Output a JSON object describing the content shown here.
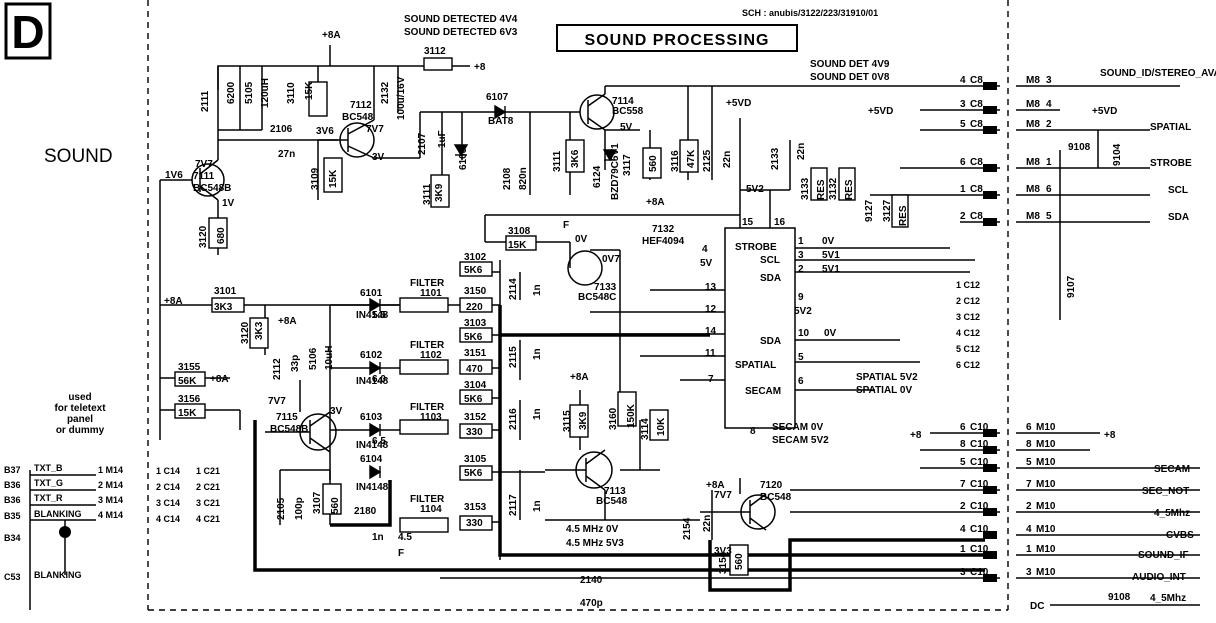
{
  "header": {
    "section_letter": "D",
    "schematic_ref": "SCH : anubis/3122/223/31910/01",
    "title": "SOUND PROCESSING",
    "sound_detected_1": "SOUND DETECTED 4V4",
    "sound_detected_2": "SOUND DETECTED 6V3",
    "sound_det_1": "SOUND DET 4V9",
    "sound_det_2": "SOUND DET 0V8"
  },
  "left_panel": {
    "section_name": "SOUND",
    "note_line1": "used",
    "note_line2": "for teletext",
    "note_line3": "panel",
    "note_line4": "or dummy"
  },
  "components": [
    {
      "id": "c3112",
      "label": "3112"
    },
    {
      "id": "c8a_top",
      "label": "+8A"
    },
    {
      "id": "c8_top",
      "label": "+8"
    },
    {
      "id": "c2111",
      "label": "2111"
    },
    {
      "id": "c6200",
      "label": "6200"
    },
    {
      "id": "c5105",
      "label": "5105"
    },
    {
      "id": "c120uh",
      "label": "120uH"
    },
    {
      "id": "c3110",
      "label": "3110"
    },
    {
      "id": "c15k_a",
      "label": "15K"
    },
    {
      "id": "c7112",
      "label": "7112"
    },
    {
      "id": "cbc548_a",
      "label": "BC548"
    },
    {
      "id": "c2132",
      "label": "2132"
    },
    {
      "id": "c100u",
      "label": "100u/16V"
    },
    {
      "id": "c2106",
      "label": "2106"
    },
    {
      "id": "c27n",
      "label": "27n"
    },
    {
      "id": "c3v6",
      "label": "3V6"
    },
    {
      "id": "c7v7_a",
      "label": "7V7"
    },
    {
      "id": "c3v_a",
      "label": "3V"
    },
    {
      "id": "c3109",
      "label": "3109"
    },
    {
      "id": "c15k_b",
      "label": "15K"
    },
    {
      "id": "c2107",
      "label": "2107"
    },
    {
      "id": "c1uf",
      "label": "1uF"
    },
    {
      "id": "c6107",
      "label": "6107"
    },
    {
      "id": "cbat8",
      "label": "BAT8"
    },
    {
      "id": "c6106",
      "label": "6106"
    },
    {
      "id": "c3111",
      "label": "3111"
    },
    {
      "id": "c3k9",
      "label": "3K9"
    },
    {
      "id": "c7114",
      "label": "7114"
    },
    {
      "id": "cbc558",
      "label": "BC558"
    },
    {
      "id": "c5v_a",
      "label": "5V"
    },
    {
      "id": "c2108",
      "label": "2108"
    },
    {
      "id": "c820n",
      "label": "820n"
    },
    {
      "id": "c3111b",
      "label": "3111"
    },
    {
      "id": "c3k6",
      "label": "3K6"
    },
    {
      "id": "c6124",
      "label": "6124"
    },
    {
      "id": "cbzd",
      "label": "BZD79C5V1"
    },
    {
      "id": "c3117",
      "label": "3117"
    },
    {
      "id": "c560_a",
      "label": "560"
    },
    {
      "id": "c8a_b",
      "label": "+8A"
    },
    {
      "id": "c3116",
      "label": "3116"
    },
    {
      "id": "c47k",
      "label": "47K"
    },
    {
      "id": "c2125",
      "label": "2125"
    },
    {
      "id": "c22n_a",
      "label": "22n"
    },
    {
      "id": "c5vd_a",
      "label": "+5VD"
    },
    {
      "id": "c2133",
      "label": "2133"
    },
    {
      "id": "c22n_b",
      "label": "22n"
    },
    {
      "id": "c3133",
      "label": "3133"
    },
    {
      "id": "cres_a",
      "label": "RES"
    },
    {
      "id": "c3132",
      "label": "3132"
    },
    {
      "id": "cres_b",
      "label": "RES"
    },
    {
      "id": "c9127",
      "label": "9127"
    },
    {
      "id": "c3127",
      "label": "3127"
    },
    {
      "id": "cres_c",
      "label": "RES"
    },
    {
      "id": "c7v7_b",
      "label": "7V7"
    },
    {
      "id": "c7111",
      "label": "7111"
    },
    {
      "id": "cbc548b",
      "label": "BC548B"
    },
    {
      "id": "c1v6",
      "label": "1V6"
    },
    {
      "id": "c1v",
      "label": "1V"
    },
    {
      "id": "c3120",
      "label": "3120"
    },
    {
      "id": "c680",
      "label": "680"
    },
    {
      "id": "c3108",
      "label": "3108"
    },
    {
      "id": "c15k_c",
      "label": "15K"
    },
    {
      "id": "cf_a",
      "label": "F"
    },
    {
      "id": "c0v_a",
      "label": "0V"
    },
    {
      "id": "c0v7",
      "label": "0V7"
    },
    {
      "id": "c7133",
      "label": "7133"
    },
    {
      "id": "cbc548c",
      "label": "BC548C"
    },
    {
      "id": "c7132",
      "label": "7132"
    },
    {
      "id": "chef",
      "label": "HEF4094"
    },
    {
      "id": "c5v2_a",
      "label": "5V2"
    },
    {
      "id": "c3102",
      "label": "3102"
    },
    {
      "id": "c5k6_a",
      "label": "5K6"
    },
    {
      "id": "c2114",
      "label": "2114"
    },
    {
      "id": "c1n_a",
      "label": "1n"
    },
    {
      "id": "c8a_c",
      "label": "+8A"
    },
    {
      "id": "c3101",
      "label": "3101"
    },
    {
      "id": "c3k3_a",
      "label": "3K3"
    },
    {
      "id": "c3120b",
      "label": "3120"
    },
    {
      "id": "c3k3_b",
      "label": "3K3"
    },
    {
      "id": "c6101",
      "label": "6101"
    },
    {
      "id": "cin_a",
      "label": "IN4148"
    },
    {
      "id": "cfilter_a",
      "label": "FILTER"
    },
    {
      "id": "c1101",
      "label": "1101"
    },
    {
      "id": "c55",
      "label": "5.5"
    },
    {
      "id": "c3150",
      "label": "3150"
    },
    {
      "id": "c220",
      "label": "220"
    },
    {
      "id": "c3103",
      "label": "3103"
    },
    {
      "id": "c5k6_b",
      "label": "5K6"
    },
    {
      "id": "c8a_d",
      "label": "+8A"
    },
    {
      "id": "c2112",
      "label": "2112"
    },
    {
      "id": "c33p",
      "label": "33p"
    },
    {
      "id": "c5106",
      "label": "5106"
    },
    {
      "id": "c10uh",
      "label": "10uH"
    },
    {
      "id": "c6102",
      "label": "6102"
    },
    {
      "id": "cin_b",
      "label": "IN4148"
    },
    {
      "id": "cfilter_b",
      "label": "FILTER"
    },
    {
      "id": "c1102",
      "label": "1102"
    },
    {
      "id": "c60",
      "label": "6.0"
    },
    {
      "id": "c3151",
      "label": "3151"
    },
    {
      "id": "c470",
      "label": "470"
    },
    {
      "id": "c2115",
      "label": "2115"
    },
    {
      "id": "c1n_b",
      "label": "1n"
    },
    {
      "id": "c3104",
      "label": "3104"
    },
    {
      "id": "c5k6_c",
      "label": "5K6"
    },
    {
      "id": "c3155",
      "label": "3155"
    },
    {
      "id": "c56k",
      "label": "56K"
    },
    {
      "id": "c8a_e",
      "label": "+8A"
    },
    {
      "id": "c3156",
      "label": "3156"
    },
    {
      "id": "c15k_d",
      "label": "15K"
    },
    {
      "id": "c7v7_c",
      "label": "7V7"
    },
    {
      "id": "c3v_b",
      "label": "3V"
    },
    {
      "id": "c7115",
      "label": "7115"
    },
    {
      "id": "cbc548b2",
      "label": "BC548B"
    },
    {
      "id": "c6103",
      "label": "6103"
    },
    {
      "id": "cin_c",
      "label": "IN4148"
    },
    {
      "id": "cfilter_c",
      "label": "FILTER"
    },
    {
      "id": "c1103",
      "label": "1103"
    },
    {
      "id": "c65",
      "label": "6.5"
    },
    {
      "id": "c3152",
      "label": "3152"
    },
    {
      "id": "c330_a",
      "label": "330"
    },
    {
      "id": "c2116",
      "label": "2116"
    },
    {
      "id": "c1n_c",
      "label": "1n"
    },
    {
      "id": "c8a_f",
      "label": "+8A"
    },
    {
      "id": "c3115",
      "label": "3115"
    },
    {
      "id": "c3k9_b",
      "label": "3K9"
    },
    {
      "id": "c3160",
      "label": "3160"
    },
    {
      "id": "c150k",
      "label": "150K"
    },
    {
      "id": "c3114",
      "label": "3114"
    },
    {
      "id": "c10k",
      "label": "10K"
    },
    {
      "id": "c6104",
      "label": "6104"
    },
    {
      "id": "cin_d",
      "label": "IN4148"
    },
    {
      "id": "c3105",
      "label": "3105"
    },
    {
      "id": "c5k6_d",
      "label": "5K6"
    },
    {
      "id": "cfilter_d",
      "label": "FILTER"
    },
    {
      "id": "c1104",
      "label": "1104"
    },
    {
      "id": "c45",
      "label": "4.5"
    },
    {
      "id": "c3153",
      "label": "3153"
    },
    {
      "id": "c330_b",
      "label": "330"
    },
    {
      "id": "c2117",
      "label": "2117"
    },
    {
      "id": "c1n_d",
      "label": "1n"
    },
    {
      "id": "c7113",
      "label": "7113"
    },
    {
      "id": "cbc548_b",
      "label": "BC548"
    },
    {
      "id": "c2105",
      "label": "2105"
    },
    {
      "id": "c100p",
      "label": "100p"
    },
    {
      "id": "c3107",
      "label": "3107"
    },
    {
      "id": "c560_b",
      "label": "560"
    },
    {
      "id": "c2180",
      "label": "2180"
    },
    {
      "id": "c1n_e",
      "label": "1n"
    },
    {
      "id": "cf_b",
      "label": "F"
    },
    {
      "id": "c8a_g",
      "label": "+8A"
    },
    {
      "id": "c7v7_d",
      "label": "7V7"
    },
    {
      "id": "c7120",
      "label": "7120"
    },
    {
      "id": "cbc548_c",
      "label": "BC548"
    },
    {
      "id": "c2154",
      "label": "2154"
    },
    {
      "id": "c22n_c",
      "label": "22n"
    },
    {
      "id": "c3v3",
      "label": "3V3"
    },
    {
      "id": "c3154",
      "label": "3154"
    },
    {
      "id": "c560_c",
      "label": "560"
    },
    {
      "id": "c2140",
      "label": "2140"
    },
    {
      "id": "c470p",
      "label": "470p"
    },
    {
      "id": "c9108_a",
      "label": "9108"
    },
    {
      "id": "c9104",
      "label": "9104"
    },
    {
      "id": "c9107",
      "label": "9107"
    },
    {
      "id": "c9108_b",
      "label": "9108"
    }
  ],
  "ic_pins": {
    "strobe": "STROBE",
    "scl": "SCL",
    "sda": "SDA",
    "sda2": "SDA",
    "spatial": "SPATIAL",
    "secam": "SECAM",
    "p15": "15",
    "p16": "16",
    "p4": "4",
    "p5v": "5V",
    "p1": "1",
    "p3": "3",
    "p2": "2",
    "p13": "13",
    "p9": "9",
    "p12": "12",
    "p14": "14",
    "p10": "10",
    "p11": "11",
    "p5": "5",
    "p7": "7",
    "p6": "6",
    "p8": "8",
    "v0v": "0V",
    "v5v1a": "5V1",
    "v5v1b": "5V1",
    "v5v2": "5V2",
    "v0v_b": "0V"
  },
  "annotations": {
    "spatial_5v2": "SPATIAL 5V2",
    "spatial_0v": "SPATIAL 0V",
    "secam_0v": "SECAM 0V",
    "secam_5v2": "SECAM 5V2",
    "mhz_0v": "4.5 MHz 0V",
    "mhz_5v3": "4.5 MHz 5V3"
  },
  "connectors_c": [
    {
      "pin": "4",
      "ref": "C8"
    },
    {
      "pin": "3",
      "ref": "C8"
    },
    {
      "pin": "5",
      "ref": "C8"
    },
    {
      "pin": "6",
      "ref": "C8"
    },
    {
      "pin": "1",
      "ref": "C8"
    },
    {
      "pin": "2",
      "ref": "C8"
    },
    {
      "pin": "6",
      "ref": "C10"
    },
    {
      "pin": "8",
      "ref": "C10"
    },
    {
      "pin": "5",
      "ref": "C10"
    },
    {
      "pin": "7",
      "ref": "C10"
    },
    {
      "pin": "2",
      "ref": "C10"
    },
    {
      "pin": "4",
      "ref": "C10"
    },
    {
      "pin": "1",
      "ref": "C10"
    },
    {
      "pin": "3",
      "ref": "C10"
    }
  ],
  "connectors_m8": [
    {
      "ref": "M8",
      "pin": "3"
    },
    {
      "ref": "M8",
      "pin": "4"
    },
    {
      "ref": "M8",
      "pin": "2"
    },
    {
      "ref": "M8",
      "pin": "1"
    },
    {
      "ref": "M8",
      "pin": "6"
    },
    {
      "ref": "M8",
      "pin": "5"
    }
  ],
  "connectors_m10": [
    {
      "pin": "6",
      "ref": "M10"
    },
    {
      "pin": "8",
      "ref": "M10"
    },
    {
      "pin": "5",
      "ref": "M10"
    },
    {
      "pin": "7",
      "ref": "M10"
    },
    {
      "pin": "2",
      "ref": "M10"
    },
    {
      "pin": "4",
      "ref": "M10"
    },
    {
      "pin": "1",
      "ref": "M10"
    },
    {
      "pin": "3",
      "ref": "M10"
    }
  ],
  "c12_pins": [
    "1 C12",
    "2 C12",
    "3 C12",
    "4 C12",
    "5 C12",
    "6 C12"
  ],
  "c14_pins": [
    "1 C14",
    "2 C14",
    "3 C14",
    "4 C14"
  ],
  "c21_pins": [
    "1 C21",
    "2 C21",
    "3 C21",
    "4 C21"
  ],
  "m14_pins": [
    "1 M14",
    "2 M14",
    "3 M14",
    "4 M14"
  ],
  "left_signals": [
    {
      "pin": "B37",
      "name": "TXT_B"
    },
    {
      "pin": "B36",
      "name": "TXT_G"
    },
    {
      "pin": "B36",
      "name": "TXT_R"
    },
    {
      "pin": "B35",
      "name": "BLANKING"
    },
    {
      "pin": "B34",
      "name": ""
    },
    {
      "pin": "C53",
      "name": "BLANKING"
    }
  ],
  "right_signals": {
    "sound_id": "SOUND_ID/STEREO_AVAIL",
    "plus5vd_r": "+5VD",
    "spatial": "SPATIAL",
    "strobe": "STROBE",
    "scl": "SCL",
    "sda": "SDA",
    "plus5vd_l": "+5VD",
    "plus8_a": "+8",
    "plus8_b": "+8",
    "secam": "SECAM",
    "sec_not": "SEC_NOT",
    "mhz": "4_5Mhz",
    "cvbs": "CVBS",
    "sound_if": "SOUND_IF",
    "audio_int": "AUDIO_INT",
    "dc": "DC",
    "mhz2": "4_5Mhz"
  }
}
